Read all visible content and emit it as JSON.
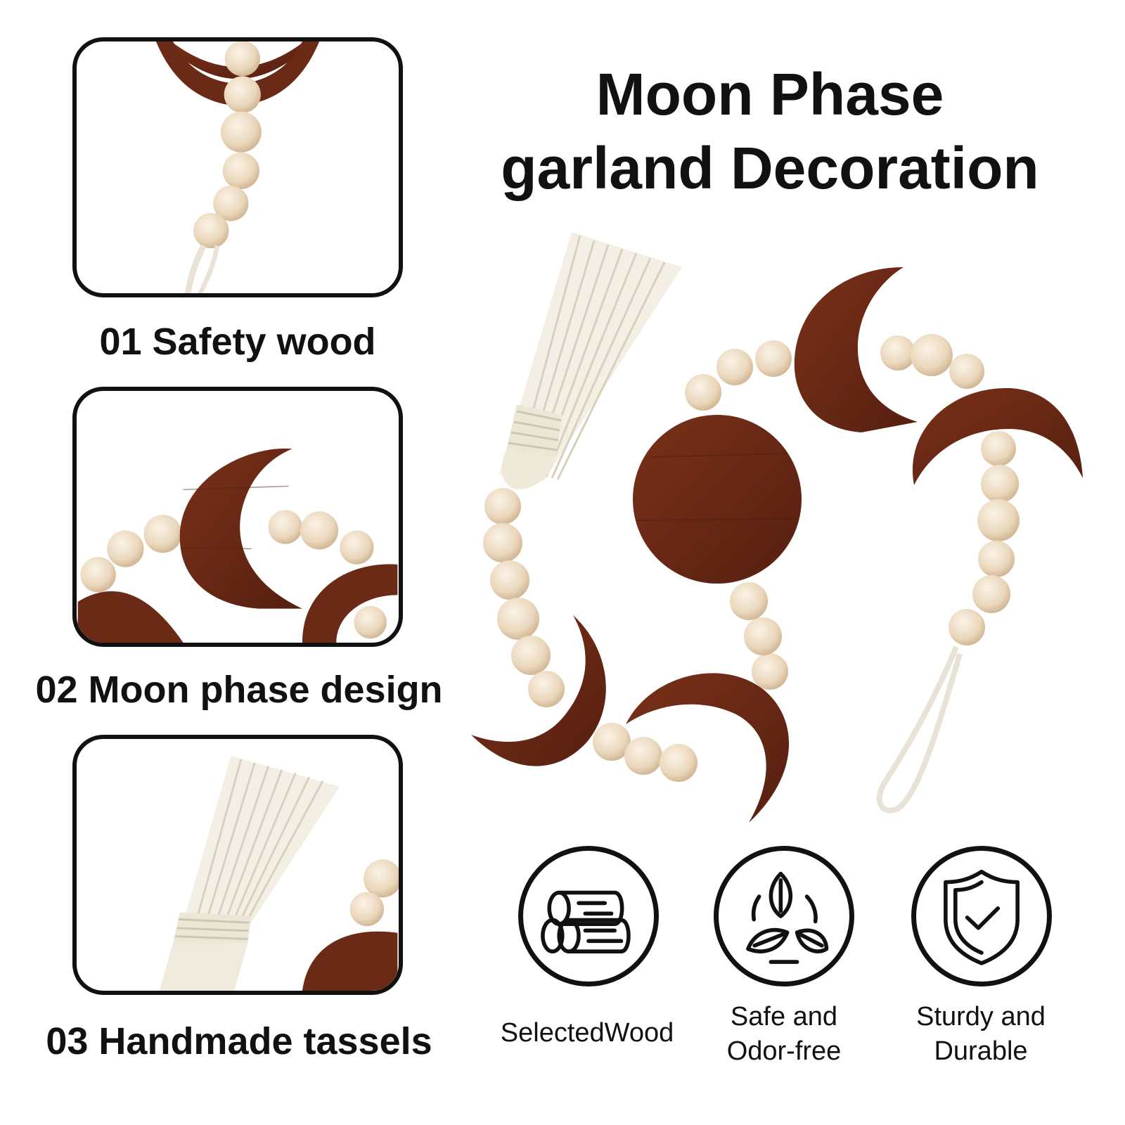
{
  "title": {
    "line1": "Moon Phase",
    "line2": "garland Decoration"
  },
  "panels": [
    {
      "caption": "01 Safety wood"
    },
    {
      "caption": "02 Moon phase design"
    },
    {
      "caption": "03 Handmade tassels"
    }
  ],
  "features": [
    {
      "icon": "wood-logs-icon",
      "label_line1": "SelectedWood",
      "label_line2": ""
    },
    {
      "icon": "recycle-leaves-icon",
      "label_line1": "Safe and",
      "label_line2": "Odor-free"
    },
    {
      "icon": "shield-check-icon",
      "label_line1": "Sturdy and",
      "label_line2": "Durable"
    }
  ],
  "colors": {
    "wood_dark": "#6b2a16",
    "bead": "#ecdcc3",
    "tassel": "#f3efe4",
    "ink": "#111111"
  }
}
